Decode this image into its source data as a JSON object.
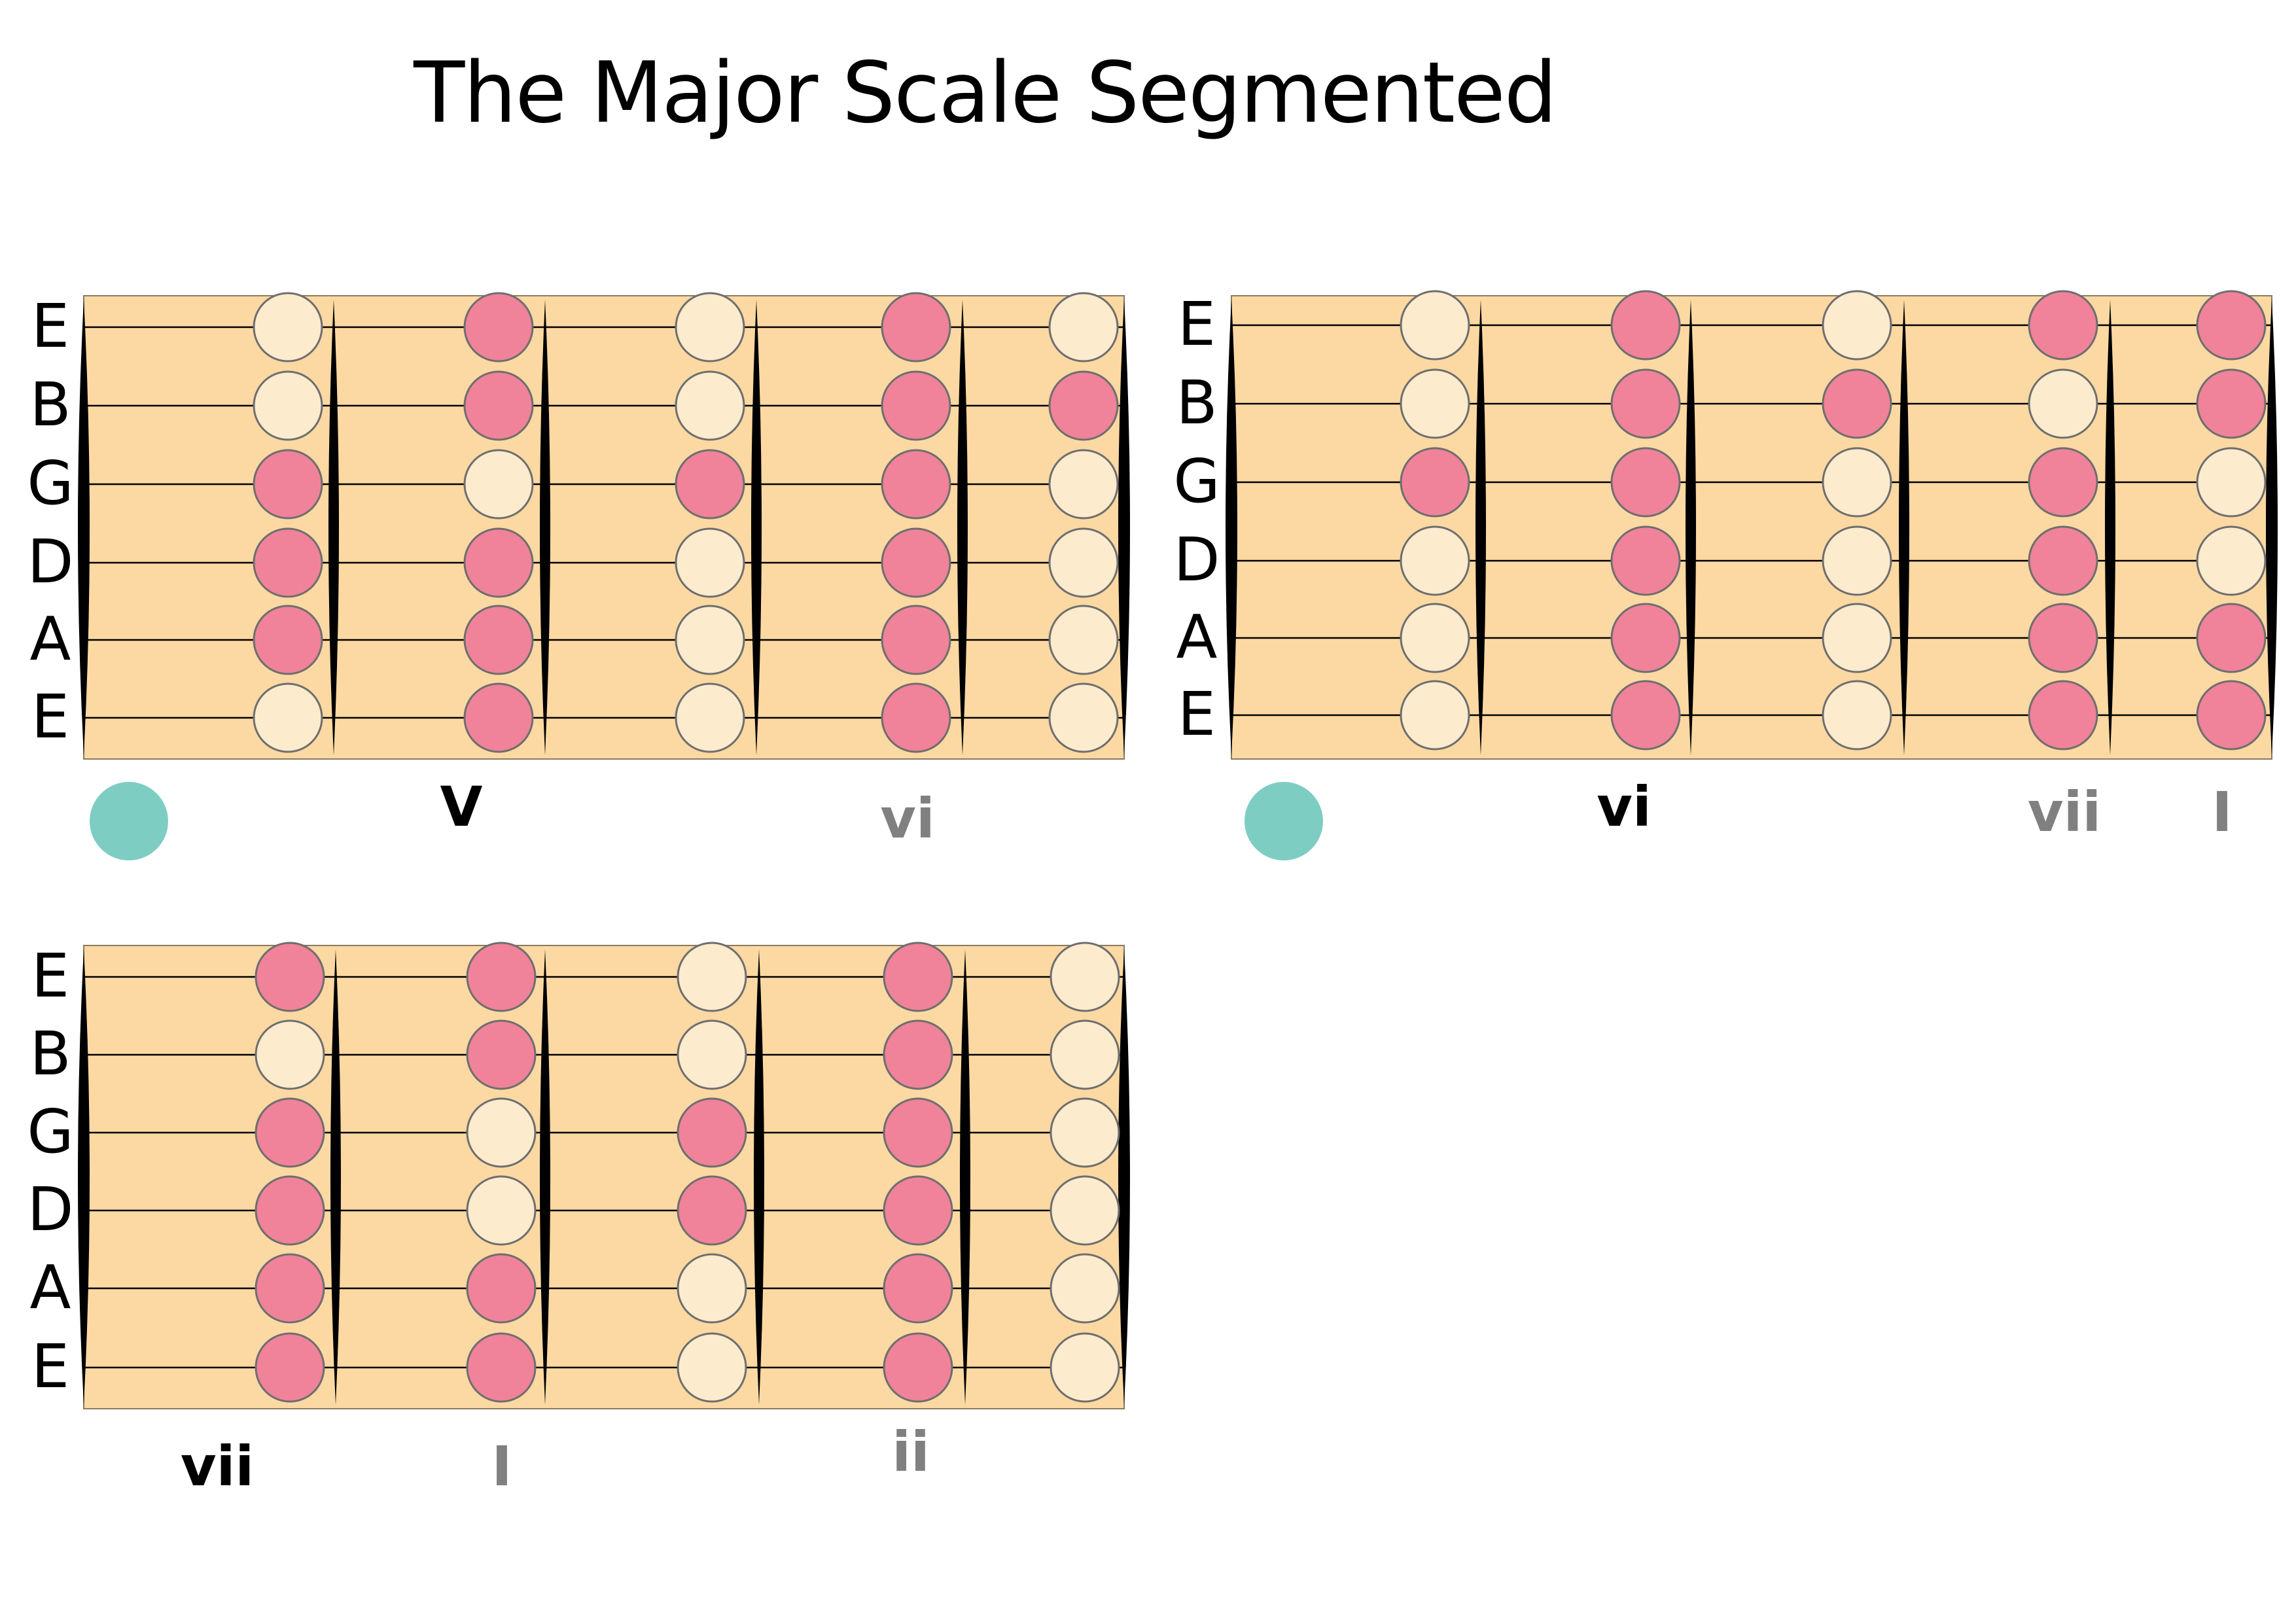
{
  "title": "The Major Scale Segmented",
  "colors": {
    "fretboard": "#FCD9A2",
    "dot_root": "#F08399",
    "dot_other": "#FDEBCD",
    "dot_stroke": "#6E6E6E",
    "marker": "#7ECDC2",
    "label_black": "#000000",
    "label_gray": "#808080"
  },
  "panels": [
    {
      "string_labels": [
        "E",
        "B",
        "G",
        "D",
        "A",
        "E"
      ],
      "show_marker": true,
      "dots": [
        [
          "other",
          "other",
          "root",
          "root",
          "root",
          "other"
        ],
        [
          "root",
          "root",
          "other",
          "root",
          "root",
          "root"
        ],
        [
          "other",
          "other",
          "root",
          "other",
          "other",
          "other"
        ],
        [
          "root",
          "root",
          "root",
          "root",
          "root",
          "root"
        ],
        [
          "other",
          "root",
          "other",
          "other",
          "other",
          "other"
        ]
      ],
      "degree_labels": [
        {
          "text": "V",
          "color": "black"
        },
        {
          "text": "vi",
          "color": "gray"
        }
      ]
    },
    {
      "string_labels": [
        "E",
        "B",
        "G",
        "D",
        "A",
        "E"
      ],
      "show_marker": true,
      "dots": [
        [
          "other",
          "other",
          "root",
          "other",
          "other",
          "other"
        ],
        [
          "root",
          "root",
          "root",
          "root",
          "root",
          "root"
        ],
        [
          "other",
          "root",
          "other",
          "other",
          "other",
          "other"
        ],
        [
          "root",
          "other",
          "root",
          "root",
          "root",
          "root"
        ],
        [
          "root",
          "root",
          "other",
          "other",
          "root",
          "root"
        ]
      ],
      "degree_labels": [
        {
          "text": "vi",
          "color": "black"
        },
        {
          "text": "vii",
          "color": "gray"
        },
        {
          "text": "I",
          "color": "gray"
        }
      ]
    },
    {
      "string_labels": [
        "E",
        "B",
        "G",
        "D",
        "A",
        "E"
      ],
      "show_marker": false,
      "dots": [
        [
          "root",
          "other",
          "root",
          "root",
          "root",
          "root"
        ],
        [
          "root",
          "root",
          "other",
          "other",
          "root",
          "root"
        ],
        [
          "other",
          "other",
          "root",
          "root",
          "other",
          "other"
        ],
        [
          "root",
          "root",
          "root",
          "root",
          "root",
          "root"
        ],
        [
          "other",
          "other",
          "other",
          "other",
          "other",
          "other"
        ]
      ],
      "degree_labels": [
        {
          "text": "vii",
          "color": "black"
        },
        {
          "text": "I",
          "color": "gray"
        },
        {
          "text": "ii",
          "color": "gray"
        }
      ]
    }
  ]
}
